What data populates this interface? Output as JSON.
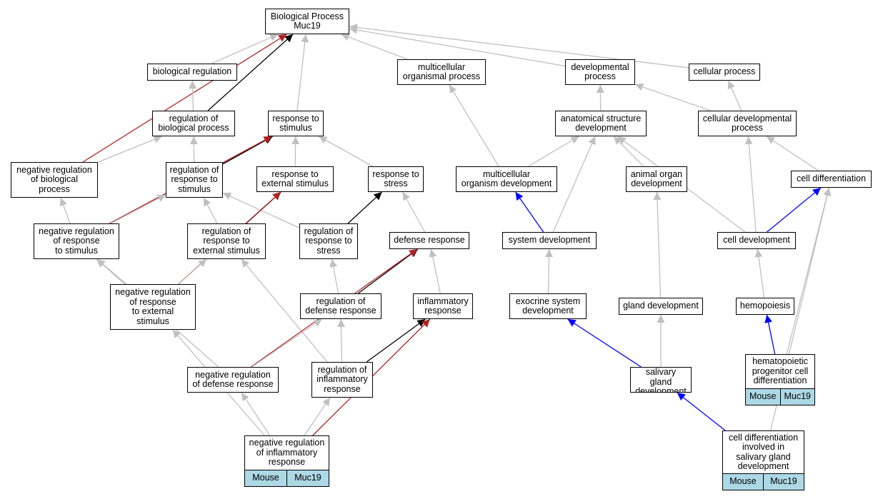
{
  "colors": {
    "gray": "#c0c0c0",
    "black": "#000000",
    "red": "#b22222",
    "blue": "#0000ff",
    "badge": "#add8e6"
  },
  "nodes": [
    {
      "id": "bp",
      "label": "Biological Process\nMuc19"
    },
    {
      "id": "bioreg",
      "label": "biological regulation"
    },
    {
      "id": "multiproc",
      "label": "multicellular\norganismal process"
    },
    {
      "id": "devproc",
      "label": "developmental\nprocess"
    },
    {
      "id": "cellproc",
      "label": "cellular process"
    },
    {
      "id": "regbp",
      "label": "regulation of\nbiological process"
    },
    {
      "id": "respstim",
      "label": "response to\nstimulus"
    },
    {
      "id": "anatdev",
      "label": "anatomical structure\ndevelopment"
    },
    {
      "id": "celldevproc",
      "label": "cellular developmental\nprocess"
    },
    {
      "id": "negregbp",
      "label": "negative regulation\nof biological\nprocess"
    },
    {
      "id": "regrespstim",
      "label": "regulation of\nresponse to\nstimulus"
    },
    {
      "id": "respext",
      "label": "response to\nexternal stimulus"
    },
    {
      "id": "respstress",
      "label": "response to\nstress"
    },
    {
      "id": "multidev",
      "label": "multicellular\norganism development"
    },
    {
      "id": "animorgan",
      "label": "animal organ\ndevelopment"
    },
    {
      "id": "celldiff",
      "label": "cell differentiation"
    },
    {
      "id": "negregresp",
      "label": "negative regulation\nof response\nto stimulus"
    },
    {
      "id": "regrespext",
      "label": "regulation of\nresponse to\nexternal stimulus"
    },
    {
      "id": "regrespstress",
      "label": "regulation of\nresponse to\nstress"
    },
    {
      "id": "defresp",
      "label": "defense response"
    },
    {
      "id": "sysdev",
      "label": "system development"
    },
    {
      "id": "celldev",
      "label": "cell development"
    },
    {
      "id": "negregext",
      "label": "negative regulation\nof response\nto external\nstimulus"
    },
    {
      "id": "regdef",
      "label": "regulation of\ndefense response"
    },
    {
      "id": "inflam",
      "label": "inflammatory\nresponse"
    },
    {
      "id": "exocrine",
      "label": "exocrine system\ndevelopment"
    },
    {
      "id": "glanddev",
      "label": "gland development"
    },
    {
      "id": "hemo",
      "label": "hemopoiesis"
    },
    {
      "id": "negregdef",
      "label": "negative regulation\nof defense response"
    },
    {
      "id": "reginflam",
      "label": "regulation of\ninflammatory\nresponse"
    },
    {
      "id": "salivary",
      "label": "salivary gland\ndevelopment"
    },
    {
      "id": "hemprog",
      "label": "hematopoietic\nprogenitor cell\ndifferentiation",
      "badges": [
        "Mouse",
        "Muc19"
      ]
    },
    {
      "id": "negreginflam",
      "label": "negative regulation\nof inflammatory\nresponse",
      "badges": [
        "Mouse",
        "Muc19"
      ]
    },
    {
      "id": "celldiffsal",
      "label": "cell differentiation\ninvolved in\nsalivary gland\ndevelopment",
      "badges": [
        "Mouse",
        "Muc19"
      ]
    }
  ],
  "edges": [
    {
      "from": "bioreg",
      "to": "bp",
      "color": "gray"
    },
    {
      "from": "multiproc",
      "to": "bp",
      "color": "gray"
    },
    {
      "from": "devproc",
      "to": "bp",
      "color": "gray"
    },
    {
      "from": "cellproc",
      "to": "bp",
      "color": "gray"
    },
    {
      "from": "regbp",
      "to": "bp",
      "color": "black"
    },
    {
      "from": "respstim",
      "to": "bp",
      "color": "gray"
    },
    {
      "from": "negregbp",
      "to": "bp",
      "color": "red"
    },
    {
      "from": "regbp",
      "to": "bioreg",
      "color": "gray"
    },
    {
      "from": "anatdev",
      "to": "devproc",
      "color": "gray"
    },
    {
      "from": "celldevproc",
      "to": "devproc",
      "color": "gray"
    },
    {
      "from": "celldevproc",
      "to": "cellproc",
      "color": "gray"
    },
    {
      "from": "negregbp",
      "to": "regbp",
      "color": "gray"
    },
    {
      "from": "regrespstim",
      "to": "regbp",
      "color": "gray"
    },
    {
      "from": "regrespstim",
      "to": "respstim",
      "color": "black"
    },
    {
      "from": "respext",
      "to": "respstim",
      "color": "gray"
    },
    {
      "from": "respstress",
      "to": "respstim",
      "color": "gray"
    },
    {
      "from": "negregresp",
      "to": "respstim",
      "color": "red"
    },
    {
      "from": "multidev",
      "to": "multiproc",
      "color": "gray"
    },
    {
      "from": "multidev",
      "to": "anatdev",
      "color": "gray"
    },
    {
      "from": "animorgan",
      "to": "anatdev",
      "color": "gray"
    },
    {
      "from": "sysdev",
      "to": "anatdev",
      "color": "gray"
    },
    {
      "from": "celldev",
      "to": "anatdev",
      "color": "gray"
    },
    {
      "from": "celldiff",
      "to": "celldevproc",
      "color": "gray"
    },
    {
      "from": "celldev",
      "to": "celldevproc",
      "color": "gray"
    },
    {
      "from": "negregresp",
      "to": "negregbp",
      "color": "gray"
    },
    {
      "from": "negregresp",
      "to": "regrespstim",
      "color": "gray"
    },
    {
      "from": "regrespext",
      "to": "regrespstim",
      "color": "gray"
    },
    {
      "from": "regrespstress",
      "to": "regrespstim",
      "color": "gray"
    },
    {
      "from": "regrespext",
      "to": "respext",
      "color": "black"
    },
    {
      "from": "negregext",
      "to": "respext",
      "color": "red"
    },
    {
      "from": "regrespstress",
      "to": "respstress",
      "color": "black"
    },
    {
      "from": "defresp",
      "to": "respstress",
      "color": "gray"
    },
    {
      "from": "sysdev",
      "to": "multidev",
      "color": "blue"
    },
    {
      "from": "celldev",
      "to": "celldiff",
      "color": "blue"
    },
    {
      "from": "negregext",
      "to": "negregresp",
      "color": "gray"
    },
    {
      "from": "negregext",
      "to": "regrespext",
      "color": "gray"
    },
    {
      "from": "reginflam",
      "to": "regrespext",
      "color": "gray"
    },
    {
      "from": "regdef",
      "to": "regrespstress",
      "color": "gray"
    },
    {
      "from": "regdef",
      "to": "defresp",
      "color": "black"
    },
    {
      "from": "inflam",
      "to": "defresp",
      "color": "gray"
    },
    {
      "from": "negregdef",
      "to": "defresp",
      "color": "red"
    },
    {
      "from": "exocrine",
      "to": "sysdev",
      "color": "gray"
    },
    {
      "from": "hemo",
      "to": "celldev",
      "color": "gray"
    },
    {
      "from": "negregdef",
      "to": "negregresp",
      "color": "gray"
    },
    {
      "from": "negregdef",
      "to": "regdef",
      "color": "gray"
    },
    {
      "from": "reginflam",
      "to": "regdef",
      "color": "gray"
    },
    {
      "from": "reginflam",
      "to": "inflam",
      "color": "black"
    },
    {
      "from": "negreginflam",
      "to": "inflam",
      "color": "red"
    },
    {
      "from": "negreginflam",
      "to": "negregdef",
      "color": "gray"
    },
    {
      "from": "negreginflam",
      "to": "reginflam",
      "color": "gray"
    },
    {
      "from": "negreginflam",
      "to": "negregext",
      "color": "gray"
    },
    {
      "from": "salivary",
      "to": "exocrine",
      "color": "blue"
    },
    {
      "from": "salivary",
      "to": "glanddev",
      "color": "gray"
    },
    {
      "from": "glanddev",
      "to": "animorgan",
      "color": "gray"
    },
    {
      "from": "hemprog",
      "to": "hemo",
      "color": "blue"
    },
    {
      "from": "hemprog",
      "to": "celldiff",
      "color": "gray"
    },
    {
      "from": "celldiffsal",
      "to": "salivary",
      "color": "blue"
    },
    {
      "from": "celldiffsal",
      "to": "celldiff",
      "color": "gray"
    }
  ]
}
